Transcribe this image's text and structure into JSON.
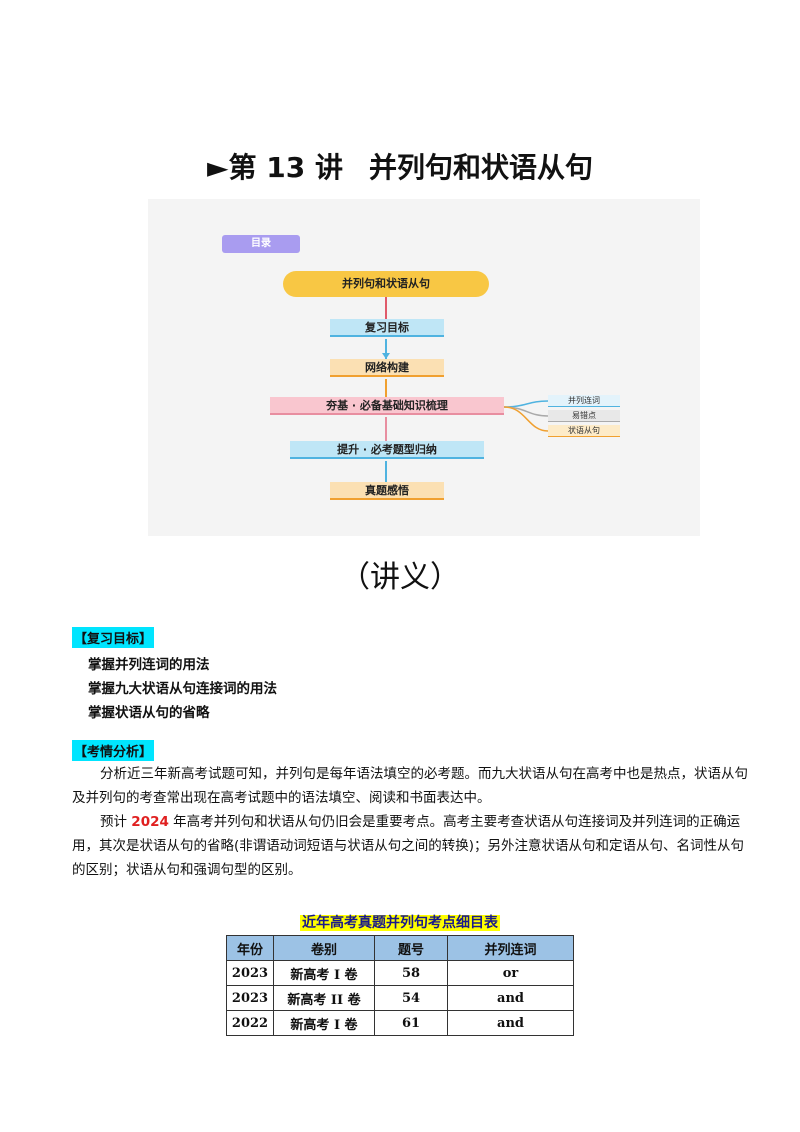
{
  "title": {
    "arrow": "►",
    "prefix": "第 13 讲",
    "main": "并列句和状语从句"
  },
  "mindmap": {
    "tag": "目录",
    "root": "并列句和状语从句",
    "nodes": [
      "复习目标",
      "网络构建",
      "夯基 · 必备基础知识梳理",
      "提升 · 必考题型归纳",
      "真题感悟"
    ],
    "sub_nodes": [
      "并列连词",
      "易错点",
      "状语从句"
    ],
    "colors": {
      "root": "#f8c744",
      "blue": "#bfe6f6",
      "orange": "#fbe0b3",
      "pink": "#f9c6cf"
    }
  },
  "subtitle": "（讲义）",
  "goals": {
    "heading": "【复习目标】",
    "items": [
      "掌握并列连词的用法",
      "掌握九大状语从句连接词的用法",
      "掌握状语从句的省略"
    ]
  },
  "analysis": {
    "heading": "【考情分析】",
    "p1": "分析近三年新高考试题可知，并列句是每年语法填空的必考题。而九大状语从句在高考中也是热点，状语从句及并列句的考查常出现在高考试题中的语法填空、阅读和书面表达中。",
    "p2_before": "预计 ",
    "p2_year": "2024",
    "p2_after": " 年高考并列句和状语从句仍旧会是重要考点。高考主要考查状语从句连接词及并列连词的正确运用，其次是状语从句的省略(非谓语动词短语与状语从句之间的转换)；另外注意状语从句和定语从句、名词性从句的区别；状语从句和强调句型的区别。"
  },
  "table": {
    "caption": "近年高考真题并列句考点细目表",
    "headers": [
      "年份",
      "卷别",
      "题号",
      "并列连词"
    ],
    "rows": [
      [
        "2023",
        "新高考 I 卷",
        "58",
        "or"
      ],
      [
        "2023",
        "新高考 II 卷",
        "54",
        "and"
      ],
      [
        "2022",
        "新高考 I 卷",
        "61",
        "and"
      ]
    ]
  }
}
